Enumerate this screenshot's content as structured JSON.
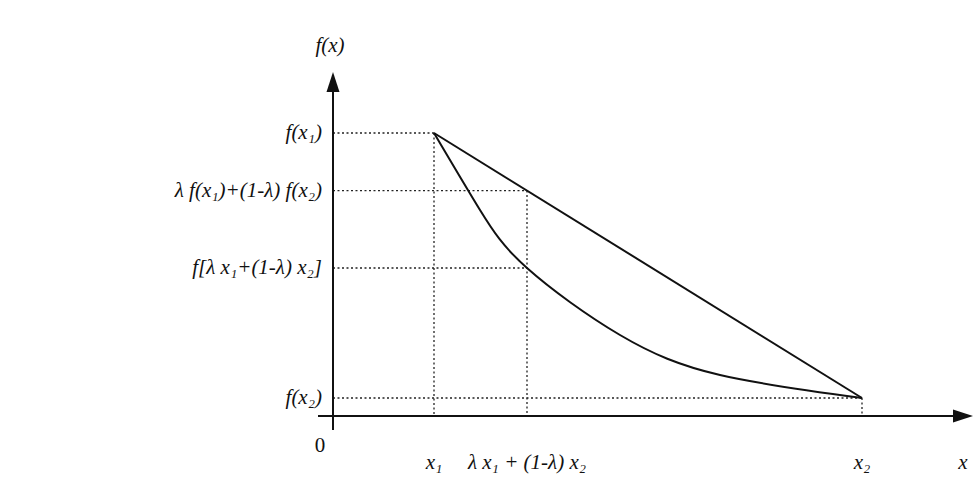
{
  "diagram": {
    "labels": [
      "f(x)",
      "f(x₁)",
      "λ f(x₁)+(1-λ) f(x₂)",
      "f[λ x₁+(1-λ) x₂]",
      "f(x₂)",
      "0",
      "x₁",
      "λ x₁ + (1-λ) x₂",
      "x₂",
      "x"
    ]
  }
}
